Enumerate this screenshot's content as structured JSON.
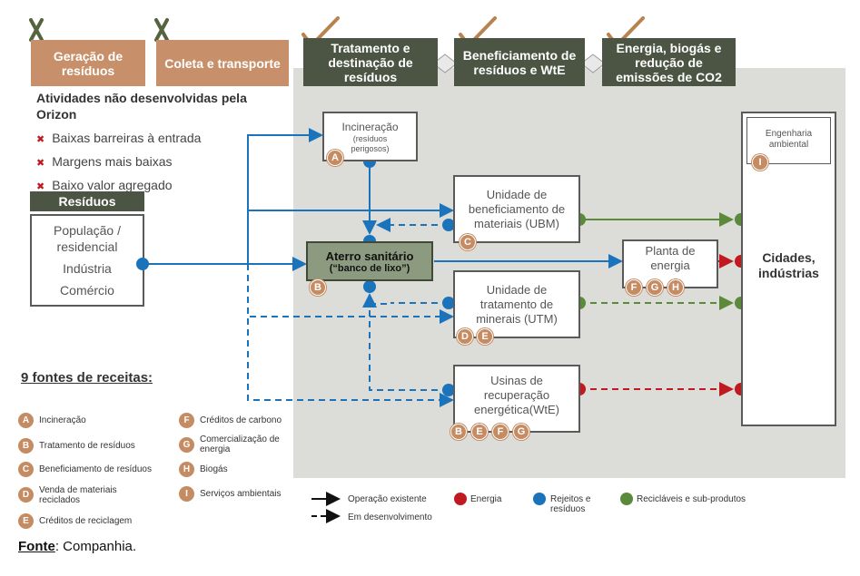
{
  "headers": [
    {
      "label": "Geração de resíduos",
      "status": "x"
    },
    {
      "label": "Coleta e transporte",
      "status": "x"
    },
    {
      "label": "Tratamento e destinação de resíduos",
      "status": "check"
    },
    {
      "label": "Beneficiamento de resíduos e WtE",
      "status": "check"
    },
    {
      "label": "Energia, biogás e redução de emissões de CO2",
      "status": "check"
    }
  ],
  "not_developed": {
    "title": "Atividades não desenvolvidas pela Orizon",
    "items": [
      "Baixas barreiras à entrada",
      "Margens mais baixas",
      "Baixo valor agregado"
    ]
  },
  "residuos": {
    "title": "Resíduos",
    "items": [
      "População / residencial",
      "Indústria",
      "Comércio"
    ]
  },
  "nodes": {
    "incineracao": {
      "label": "Incineração",
      "sub": "(resíduos perigosos)",
      "badges": [
        "A"
      ]
    },
    "aterro": {
      "label": "Aterro sanitário",
      "sub": "(“banco de lixo”)",
      "badges": [
        "B"
      ]
    },
    "ubm": {
      "label": "Unidade de beneficiamento de materiais (UBM)",
      "badges": [
        "C"
      ]
    },
    "utm": {
      "label": "Unidade de tratamento de minerais (UTM)",
      "badges": [
        "D",
        "E"
      ]
    },
    "wte": {
      "label": "Usinas de recuperação energética(WtE)",
      "badges": [
        "B",
        "E",
        "F",
        "G"
      ]
    },
    "planta": {
      "label": "Planta de energia",
      "badges": [
        "F",
        "G",
        "H"
      ]
    },
    "cidades": {
      "label": "Cidades, indústrias"
    },
    "engenharia": {
      "label": "Engenharia ambiental",
      "badges": [
        "I"
      ]
    }
  },
  "revenues": {
    "title": "9 fontes de receitas:",
    "items": [
      {
        "letter": "A",
        "label": "Incineração"
      },
      {
        "letter": "B",
        "label": "Tratamento de resíduos"
      },
      {
        "letter": "C",
        "label": "Beneficiamento de resíduos"
      },
      {
        "letter": "D",
        "label": "Venda de materiais reciclados"
      },
      {
        "letter": "E",
        "label": "Créditos de reciclagem"
      },
      {
        "letter": "F",
        "label": "Créditos de carbono"
      },
      {
        "letter": "G",
        "label": "Comercialização de energia"
      },
      {
        "letter": "H",
        "label": "Biogás"
      },
      {
        "letter": "I",
        "label": "Serviços ambientais"
      }
    ]
  },
  "legend": {
    "existing": "Operação existente",
    "developing": "Em desenvolvimento",
    "energy": "Energia",
    "waste": "Rejeitos e resíduos",
    "recyclable": "Recicláveis e sub-produtos"
  },
  "colors": {
    "energy": "#c0191f",
    "waste": "#1b74bb",
    "recyclable": "#5a8a3a",
    "brown": "#c8906a",
    "dark": "#4c5443"
  },
  "source": {
    "label": "Fonte",
    "value": ": Companhia."
  }
}
